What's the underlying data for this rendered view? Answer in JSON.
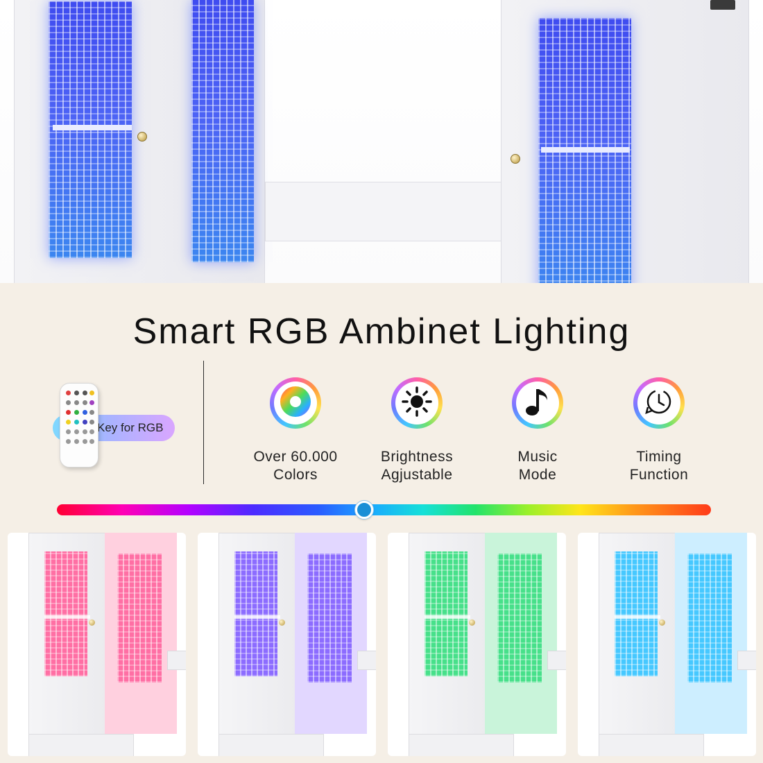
{
  "title": "Smart RGB Ambinet Lighting",
  "remote": {
    "key_label": "Key for RGB"
  },
  "features": [
    {
      "icon": "color-wheel-icon",
      "label_line1": "Over 60.000",
      "label_line2": "Colors"
    },
    {
      "icon": "sun-brightness-icon",
      "label_line1": "Brightness",
      "label_line2": "Agjustable"
    },
    {
      "icon": "music-note-icon",
      "label_line1": "Music",
      "label_line2": "Mode"
    },
    {
      "icon": "timer-clock-icon",
      "label_line1": "Timing",
      "label_line2": "Function"
    }
  ],
  "slider": {
    "value_fraction": 0.47
  },
  "tiles": [
    {
      "name": "pink",
      "color": "#ff6fa4",
      "glow": "#ffd0df"
    },
    {
      "name": "purple",
      "color": "#8c6cff",
      "glow": "#e2d7ff"
    },
    {
      "name": "green",
      "color": "#47e08a",
      "glow": "#c9f4da"
    },
    {
      "name": "cyan",
      "color": "#46c8ff",
      "glow": "#cdeeff"
    }
  ],
  "colors": {
    "background": "#f5efe6",
    "hero_glass": "#4d63f5",
    "pill_gradient_start": "#7fd9ff",
    "pill_gradient_end": "#d9a6ff"
  }
}
